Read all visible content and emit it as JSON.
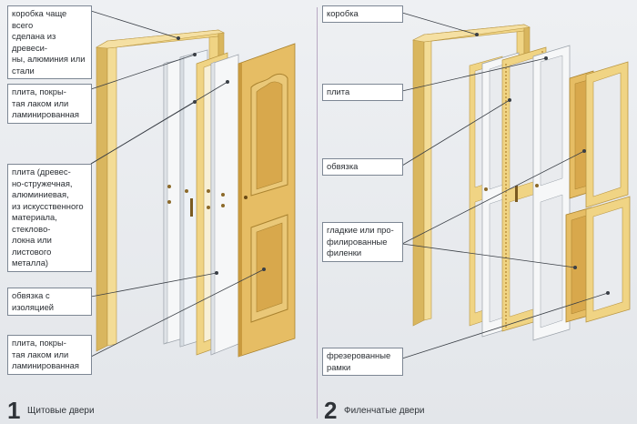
{
  "left": {
    "labels": [
      "коробка чаще всего\nсделана из древеси-\nны, алюминия или\nстали",
      "плита, покры-\nтая лаком или\nламинированная",
      "плита (древес-\nно-стружечная,\nалюминиевая,\nиз искусственного\nматериала, стекловo-\nлокна или листового\nметалла)",
      "обвязка с изоляцией",
      "плита, покры-\nтая лаком или\nламинированная"
    ],
    "number": "1",
    "caption": "Щитовые двери"
  },
  "right": {
    "labels": [
      "коробка",
      "плита",
      "обвязка",
      "гладкие или про-\nфилированные\nфиленки",
      "фрезерованные\nрамки"
    ],
    "number": "2",
    "caption": "Филенчатые двери"
  },
  "colors": {
    "frame_yellow": "#f0d484",
    "frame_yellow_dark": "#d4b25c",
    "wood": "#e8c06a",
    "panel_white": "#f6f7f8",
    "leader": "#3a3f46"
  }
}
